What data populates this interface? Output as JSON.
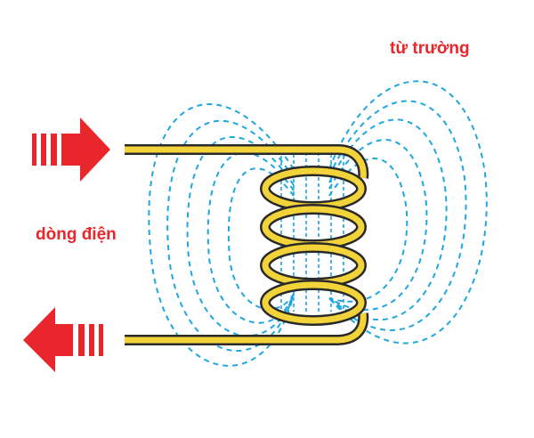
{
  "labels": {
    "current": "dòng điện",
    "magnetic_field": "từ trường"
  },
  "colors": {
    "arrow": "#e8262b",
    "field_lines": "#1ea7e1",
    "wire_fill": "#f2d43a",
    "wire_outline": "#2a2a2a",
    "label": "#e8262b"
  },
  "icons": {
    "incoming": "arrow-right-icon",
    "outgoing": "arrow-left-icon"
  },
  "coil": {
    "turns": 4
  }
}
